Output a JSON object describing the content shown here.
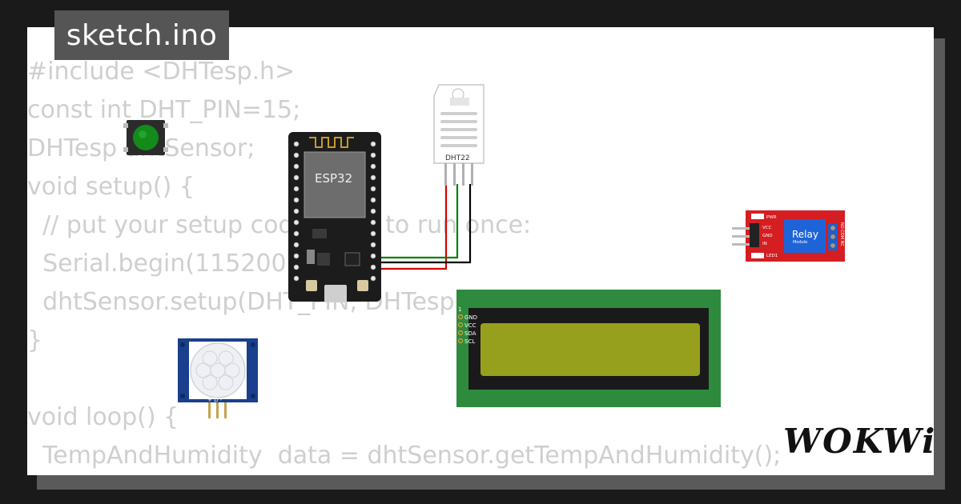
{
  "file_tab": {
    "label": "sketch.ino"
  },
  "code_lines": [
    "#include <DHTesp.h>",
    "const int DHT_PIN=15;",
    "DHTesp dhtSensor;",
    "void setup() {",
    "  // put your setup code here, to run once:",
    "  Serial.begin(115200);",
    "  dhtSensor.setup(DHT_PIN, DHTesp::DHT22);",
    "}",
    "",
    "void loop() {",
    "  TempAndHumidity  data = dhtSensor.getTempAndHumidity();"
  ],
  "esp32": {
    "chip_label": "ESP32"
  },
  "dht22": {
    "label": "DHT22"
  },
  "pir": {
    "pin_labels": "+ D -"
  },
  "lcd": {
    "pin_number": "1",
    "pins": [
      "GND",
      "VCC",
      "SDA",
      "SCL"
    ]
  },
  "relay": {
    "title": "Relay",
    "subtitle": "Module",
    "pins": [
      "VCC",
      "GND",
      "IN"
    ],
    "pwr_label": "PWR",
    "led_label": "LED1",
    "side_label": "NO COM NC"
  },
  "logo": {
    "text": "WOKWi"
  },
  "colors": {
    "background": "#1a1a1a",
    "card": "#ffffff",
    "tab": "#555555",
    "code": "#cfcfcf",
    "board": "#1c1c1c",
    "lcd_pcb": "#2e8b3e",
    "lcd_screen": "#97a01c",
    "relay_pcb": "#d41e22",
    "relay_block": "#1e64d8",
    "pir_pcb": "#1a3f8c",
    "wire_red": "#d40000",
    "wire_green": "#008000",
    "wire_black": "#000000"
  }
}
